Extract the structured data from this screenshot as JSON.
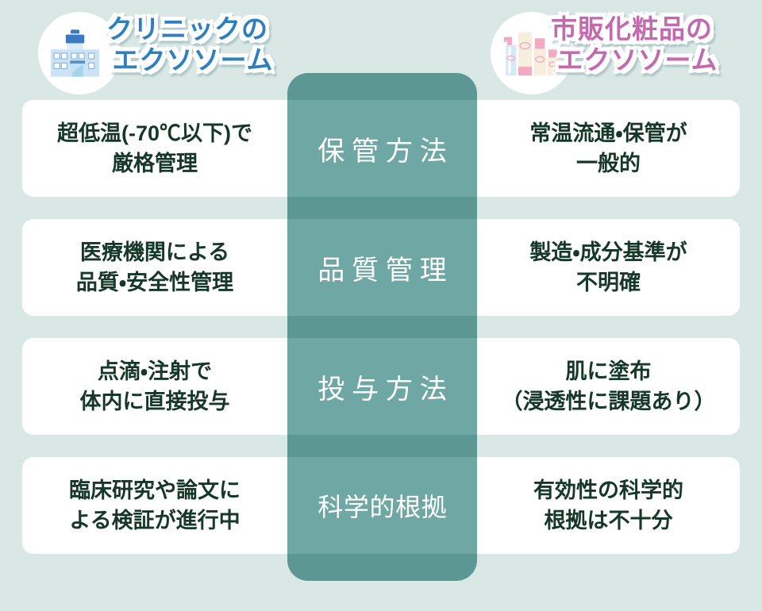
{
  "colors": {
    "background": "#d9e8e5",
    "card": "#ffffff",
    "column_dark": "#5c9793",
    "column_light": "#6ea7a4",
    "body_text": "#16382a",
    "clinic_accent": "#2e7fc0",
    "market_accent": "#c36aae",
    "category_text": "#ffffff"
  },
  "header": {
    "clinic": {
      "line1": "クリニックの",
      "line2": "エクソソーム",
      "icon": "hospital-icon"
    },
    "market": {
      "line1": "市販化粧品の",
      "line2": "エクソソーム",
      "icon": "cosmetics-icon"
    }
  },
  "table": {
    "rows": [
      {
        "category": "保管方法",
        "clinic_line1": "超低温(-70℃以下)で",
        "clinic_line2": "厳格管理",
        "market_line1": "常温流通・保管が",
        "market_line2": "一般的"
      },
      {
        "category": "品質管理",
        "clinic_line1": "医療機関による",
        "clinic_line2": "品質・安全性管理",
        "market_line1": "製造・成分基準が",
        "market_line2": "不明確"
      },
      {
        "category": "投与方法",
        "clinic_line1": "点滴・注射で",
        "clinic_line2": "体内に直接投与",
        "market_line1": "肌に塗布",
        "market_line2": "（浸透性に課題あり）"
      },
      {
        "category": "科学的根拠",
        "clinic_line1": "臨床研究や論文に",
        "clinic_line2": "よる検証が進行中",
        "market_line1": "有効性の科学的",
        "market_line2": "根拠は不十分"
      }
    ]
  }
}
